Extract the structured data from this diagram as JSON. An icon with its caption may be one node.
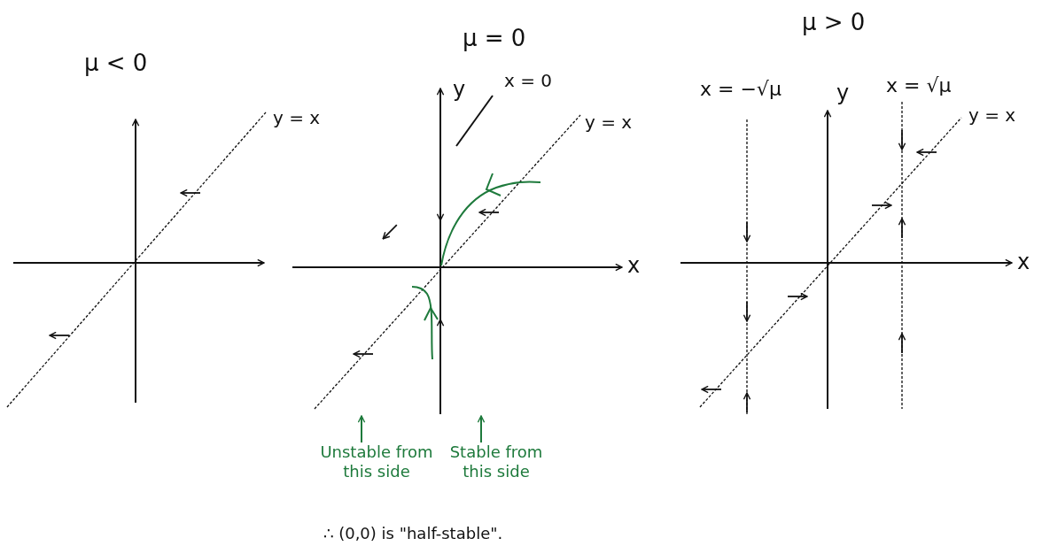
{
  "diagram": {
    "nodes": [
      {
        "text": [
          "x = 0"
        ]
      },
      {
        "text": [
          "Unstable from this side"
        ]
      },
      {
        "text": [
          "Stable from this side"
        ]
      }
    ],
    "edges": [
      {
        "from": 0,
        "to": null,
        "arrow": "none",
        "color": "#111111"
      },
      {
        "from": 1,
        "to": null,
        "arrow": "to",
        "color": "#1e7a3c"
      },
      {
        "from": 2,
        "to": null,
        "arrow": "to",
        "color": "#1e7a3c"
      }
    ],
    "labels": [
      "μ < 0",
      "y = x",
      "μ = 0",
      "y",
      "y = x",
      "x",
      "μ > 0",
      "x = −√μ",
      "y",
      "x = √μ",
      "y = x",
      "x",
      "∴ (0,0) is \"half-stable\"."
    ]
  }
}
